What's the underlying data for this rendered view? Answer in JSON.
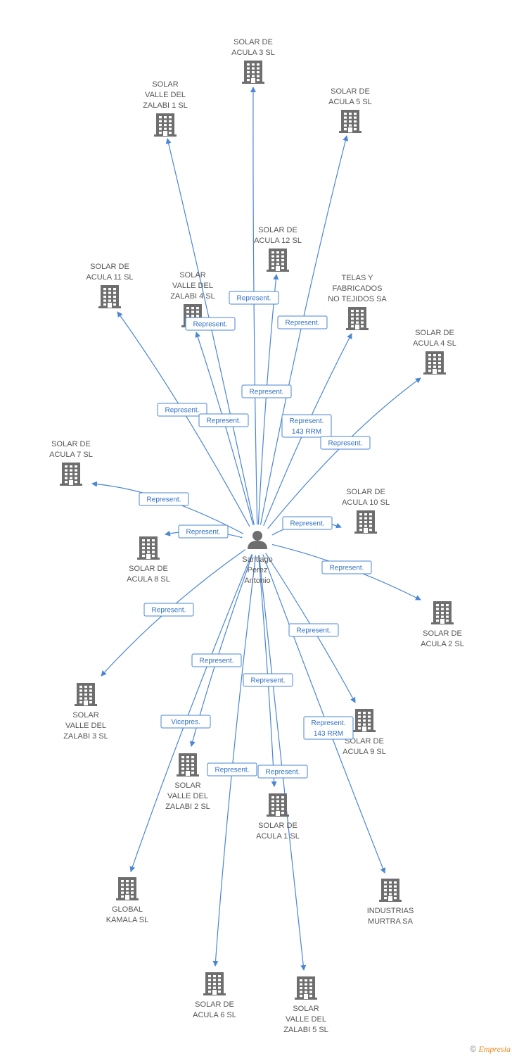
{
  "center": {
    "label_lines": [
      "Santiago",
      "Perez",
      "Antonio"
    ],
    "icon": "person-icon"
  },
  "companies": [
    {
      "id": "solar-de-acula-3",
      "lines": [
        "SOLAR DE",
        "ACULA 3 SL"
      ]
    },
    {
      "id": "solar-valle-del-zalabi-1",
      "lines": [
        "SOLAR",
        "VALLE DEL",
        "ZALABI 1 SL"
      ]
    },
    {
      "id": "solar-de-acula-5",
      "lines": [
        "SOLAR DE",
        "ACULA 5 SL"
      ]
    },
    {
      "id": "solar-de-acula-12",
      "lines": [
        "SOLAR DE",
        "ACULA 12 SL"
      ]
    },
    {
      "id": "solar-de-acula-11",
      "lines": [
        "SOLAR DE",
        "ACULA 11 SL"
      ]
    },
    {
      "id": "solar-valle-del-zalabi-4",
      "lines": [
        "SOLAR",
        "VALLE DEL",
        "ZALABI 4 SL"
      ]
    },
    {
      "id": "telas-y-fabricados",
      "lines": [
        "TELAS Y",
        "FABRICADOS",
        "NO TEJIDOS SA"
      ]
    },
    {
      "id": "solar-de-acula-4",
      "lines": [
        "SOLAR DE",
        "ACULA 4 SL"
      ]
    },
    {
      "id": "solar-de-acula-7",
      "lines": [
        "SOLAR DE",
        "ACULA 7 SL"
      ]
    },
    {
      "id": "solar-de-acula-10",
      "lines": [
        "SOLAR DE",
        "ACULA 10 SL"
      ]
    },
    {
      "id": "solar-de-acula-8",
      "lines": [
        "SOLAR DE",
        "ACULA 8 SL"
      ]
    },
    {
      "id": "solar-de-acula-2",
      "lines": [
        "SOLAR DE",
        "ACULA 2 SL"
      ]
    },
    {
      "id": "solar-valle-del-zalabi-3",
      "lines": [
        "SOLAR",
        "VALLE DEL",
        "ZALABI 3 SL"
      ]
    },
    {
      "id": "solar-de-acula-9",
      "lines": [
        "SOLAR DE",
        "ACULA 9 SL"
      ]
    },
    {
      "id": "solar-valle-del-zalabi-2",
      "lines": [
        "SOLAR",
        "VALLE DEL",
        "ZALABI 2 SL"
      ]
    },
    {
      "id": "solar-de-acula-1",
      "lines": [
        "SOLAR DE",
        "ACULA 1 SL"
      ]
    },
    {
      "id": "global-kamala",
      "lines": [
        "GLOBAL",
        "KAMALA SL"
      ]
    },
    {
      "id": "industrias-murtra",
      "lines": [
        "INDUSTRIAS",
        "MURTRA SA"
      ]
    },
    {
      "id": "solar-de-acula-6",
      "lines": [
        "SOLAR DE",
        "ACULA 6 SL"
      ]
    },
    {
      "id": "solar-valle-del-zalabi-5",
      "lines": [
        "SOLAR",
        "VALLE DEL",
        "ZALABI 5 SL"
      ]
    }
  ],
  "edges": [
    {
      "to": "solar-de-acula-3",
      "label_lines": [
        "Represent."
      ]
    },
    {
      "to": "solar-valle-del-zalabi-1",
      "label_lines": [
        "Represent."
      ]
    },
    {
      "to": "solar-de-acula-5",
      "label_lines": [
        "Represent."
      ]
    },
    {
      "to": "solar-de-acula-12",
      "label_lines": [
        "Represent."
      ]
    },
    {
      "to": "solar-de-acula-11",
      "label_lines": [
        "Represent."
      ]
    },
    {
      "to": "solar-valle-del-zalabi-4",
      "label_lines": [
        "Represent."
      ]
    },
    {
      "to": "telas-y-fabricados",
      "label_lines": [
        "Represent.",
        "143 RRM"
      ]
    },
    {
      "to": "solar-de-acula-4",
      "label_lines": [
        "Represent."
      ]
    },
    {
      "to": "solar-de-acula-7",
      "label_lines": [
        "Represent."
      ]
    },
    {
      "to": "solar-de-acula-10",
      "label_lines": [
        "Represent."
      ]
    },
    {
      "to": "solar-de-acula-8",
      "label_lines": [
        "Represent."
      ]
    },
    {
      "to": "solar-de-acula-2",
      "label_lines": [
        "Represent."
      ]
    },
    {
      "to": "solar-valle-del-zalabi-3",
      "label_lines": [
        "Represent."
      ]
    },
    {
      "to": "solar-de-acula-9",
      "label_lines": [
        "Represent."
      ]
    },
    {
      "to": "solar-valle-del-zalabi-2",
      "label_lines": [
        "Represent."
      ]
    },
    {
      "to": "solar-de-acula-1",
      "label_lines": [
        "Represent."
      ]
    },
    {
      "to": "global-kamala",
      "label_lines": [
        "Vicepres."
      ]
    },
    {
      "to": "industrias-murtra",
      "label_lines": [
        "Represent.",
        "143 RRM"
      ]
    },
    {
      "to": "solar-de-acula-6",
      "label_lines": [
        "Represent."
      ]
    },
    {
      "to": "solar-valle-del-zalabi-5",
      "label_lines": [
        "Represent."
      ]
    }
  ],
  "credit": {
    "symbol": "©",
    "brand": "Empresia"
  },
  "colors": {
    "edge": "#4a86d4",
    "icon": "#6e6e6e",
    "label": "#555555"
  }
}
